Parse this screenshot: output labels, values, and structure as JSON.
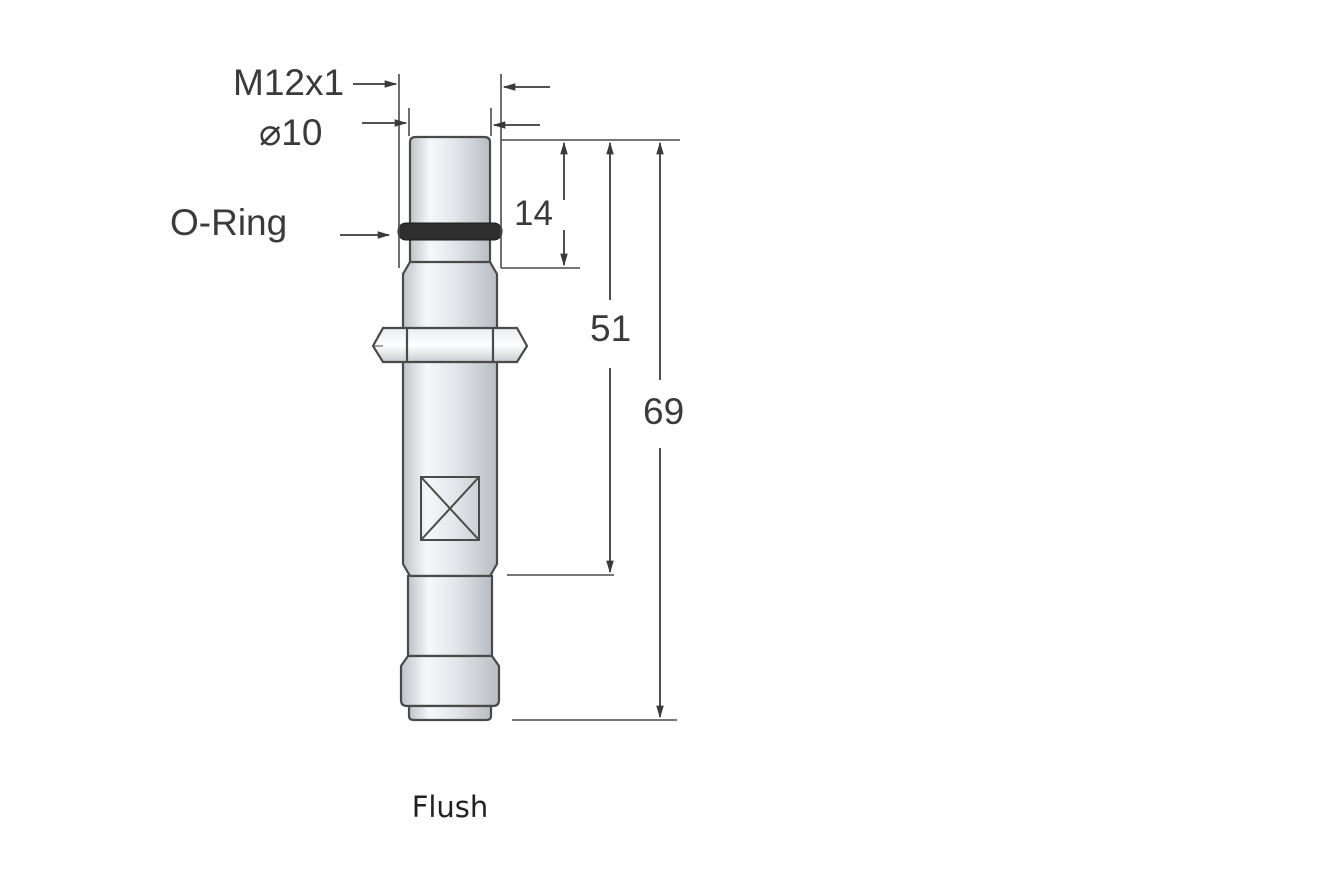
{
  "labels": {
    "thread": "M12x1",
    "diameter": "⌀10",
    "oring": "O-Ring",
    "dim_14": "14",
    "dim_51": "51",
    "dim_69": "69"
  },
  "caption": "Flush",
  "colors": {
    "line": "#4a4a4a",
    "oring": "#2e2e2e",
    "body_light": "#f4f5f7",
    "body_dark": "#c9ccd1"
  }
}
